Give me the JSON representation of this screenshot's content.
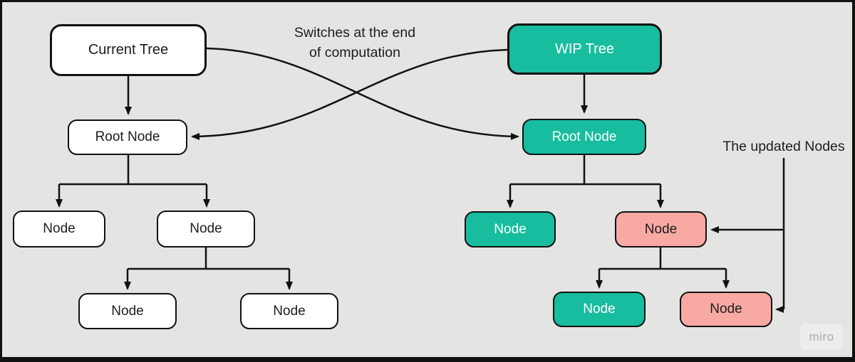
{
  "colors": {
    "canvas_bg": "#e4e4e2",
    "line": "#111111",
    "node_border": "#111111",
    "white_node": "#ffffff",
    "teal": "#17bd9e",
    "pink": "#f8a9a4",
    "teal_text": "#ffffff",
    "dark_text": "#1c1c1c",
    "watermark_bg": "#eeedee",
    "watermark_text": "#a9a9ae"
  },
  "annotations": {
    "switch_line1": "Switches at the end",
    "switch_line2": "of computation",
    "updated_nodes": "The updated Nodes",
    "watermark": "miro"
  },
  "nodes": {
    "current_tree": {
      "label": "Current Tree",
      "fill": "white"
    },
    "wip_tree": {
      "label": "WIP Tree",
      "fill": "teal"
    },
    "left_root": {
      "label": "Root Node",
      "fill": "white"
    },
    "left_child_1": {
      "label": "Node",
      "fill": "white"
    },
    "left_child_2": {
      "label": "Node",
      "fill": "white"
    },
    "left_grandchild_1": {
      "label": "Node",
      "fill": "white"
    },
    "left_grandchild_2": {
      "label": "Node",
      "fill": "white"
    },
    "right_root": {
      "label": "Root Node",
      "fill": "teal"
    },
    "right_child_1": {
      "label": "Node",
      "fill": "teal"
    },
    "right_child_2": {
      "label": "Node",
      "fill": "pink"
    },
    "right_grandchild_1": {
      "label": "Node",
      "fill": "teal"
    },
    "right_grandchild_2": {
      "label": "Node",
      "fill": "pink"
    }
  }
}
